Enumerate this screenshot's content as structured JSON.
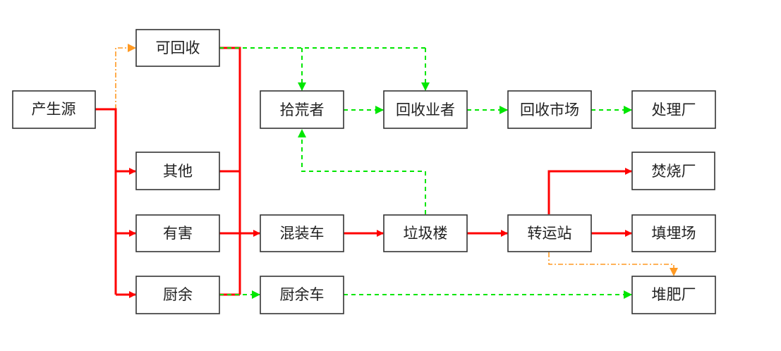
{
  "diagram": {
    "nodes": {
      "source": "产生源",
      "recyclable": "可回收",
      "other": "其他",
      "hazardous": "有害",
      "kitchen": "厨余",
      "scavenger": "拾荒者",
      "recycler": "回收业者",
      "recycle_market": "回收市场",
      "processing_plant": "处理厂",
      "mixed_truck": "混装车",
      "garbage_building": "垃圾楼",
      "transfer_station": "转运站",
      "incinerator": "焚烧厂",
      "landfill": "填埋场",
      "kitchen_truck": "厨余车",
      "compost_plant": "堆肥厂"
    },
    "edges": [
      {
        "from": "产生源",
        "to": "可回收",
        "style": "dash-dot",
        "color": "#ff9922"
      },
      {
        "from": "产生源",
        "to": "其他",
        "style": "solid",
        "color": "#ff0000"
      },
      {
        "from": "产生源",
        "to": "有害",
        "style": "solid",
        "color": "#ff0000"
      },
      {
        "from": "产生源",
        "to": "厨余",
        "style": "solid",
        "color": "#ff0000"
      },
      {
        "from": "可回收",
        "to": "混装车",
        "style": "solid",
        "color": "#ff0000"
      },
      {
        "from": "其他",
        "to": "混装车",
        "style": "solid",
        "color": "#ff0000"
      },
      {
        "from": "有害",
        "to": "混装车",
        "style": "solid",
        "color": "#ff0000"
      },
      {
        "from": "厨余",
        "to": "混装车",
        "style": "solid",
        "color": "#ff0000"
      },
      {
        "from": "可回收",
        "to": "拾荒者",
        "style": "dashed",
        "color": "#00e600"
      },
      {
        "from": "可回收",
        "to": "回收业者",
        "style": "dashed",
        "color": "#00e600"
      },
      {
        "from": "拾荒者",
        "to": "回收业者",
        "style": "dashed",
        "color": "#00e600"
      },
      {
        "from": "回收业者",
        "to": "回收市场",
        "style": "dashed",
        "color": "#00e600"
      },
      {
        "from": "回收市场",
        "to": "处理厂",
        "style": "dashed",
        "color": "#00e600"
      },
      {
        "from": "垃圾楼",
        "to": "拾荒者",
        "style": "dashed",
        "color": "#00e600"
      },
      {
        "from": "混装车",
        "to": "垃圾楼",
        "style": "solid",
        "color": "#ff0000"
      },
      {
        "from": "垃圾楼",
        "to": "转运站",
        "style": "solid",
        "color": "#ff0000"
      },
      {
        "from": "转运站",
        "to": "焚烧厂",
        "style": "solid",
        "color": "#ff0000"
      },
      {
        "from": "转运站",
        "to": "填埋场",
        "style": "solid",
        "color": "#ff0000"
      },
      {
        "from": "转运站",
        "to": "堆肥厂",
        "style": "dash-dot",
        "color": "#ff9922"
      },
      {
        "from": "厨余",
        "to": "厨余车",
        "style": "dashed",
        "color": "#00e600"
      },
      {
        "from": "厨余车",
        "to": "堆肥厂",
        "style": "dashed",
        "color": "#00e600"
      }
    ]
  }
}
